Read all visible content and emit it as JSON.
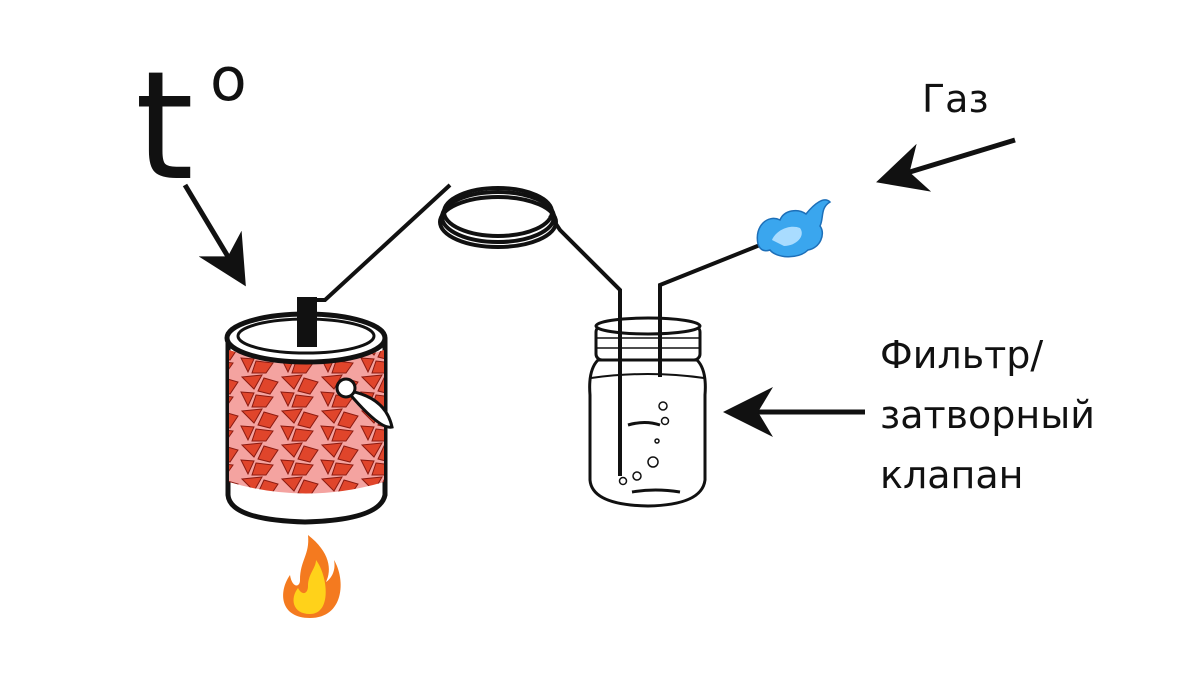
{
  "labels": {
    "temperature_symbol": "t",
    "temperature_degree": "o",
    "gas": "Газ",
    "filter_line1": "Фильтр/",
    "filter_line2": "затворный",
    "filter_line3": "клапан"
  },
  "colors": {
    "can_red": "#e0452b",
    "can_pink": "#f4a3a0",
    "gas_flame": "#3aa6ee",
    "fire_orange": "#f47a1f",
    "fire_yellow": "#ffd21a",
    "line": "#111111"
  }
}
